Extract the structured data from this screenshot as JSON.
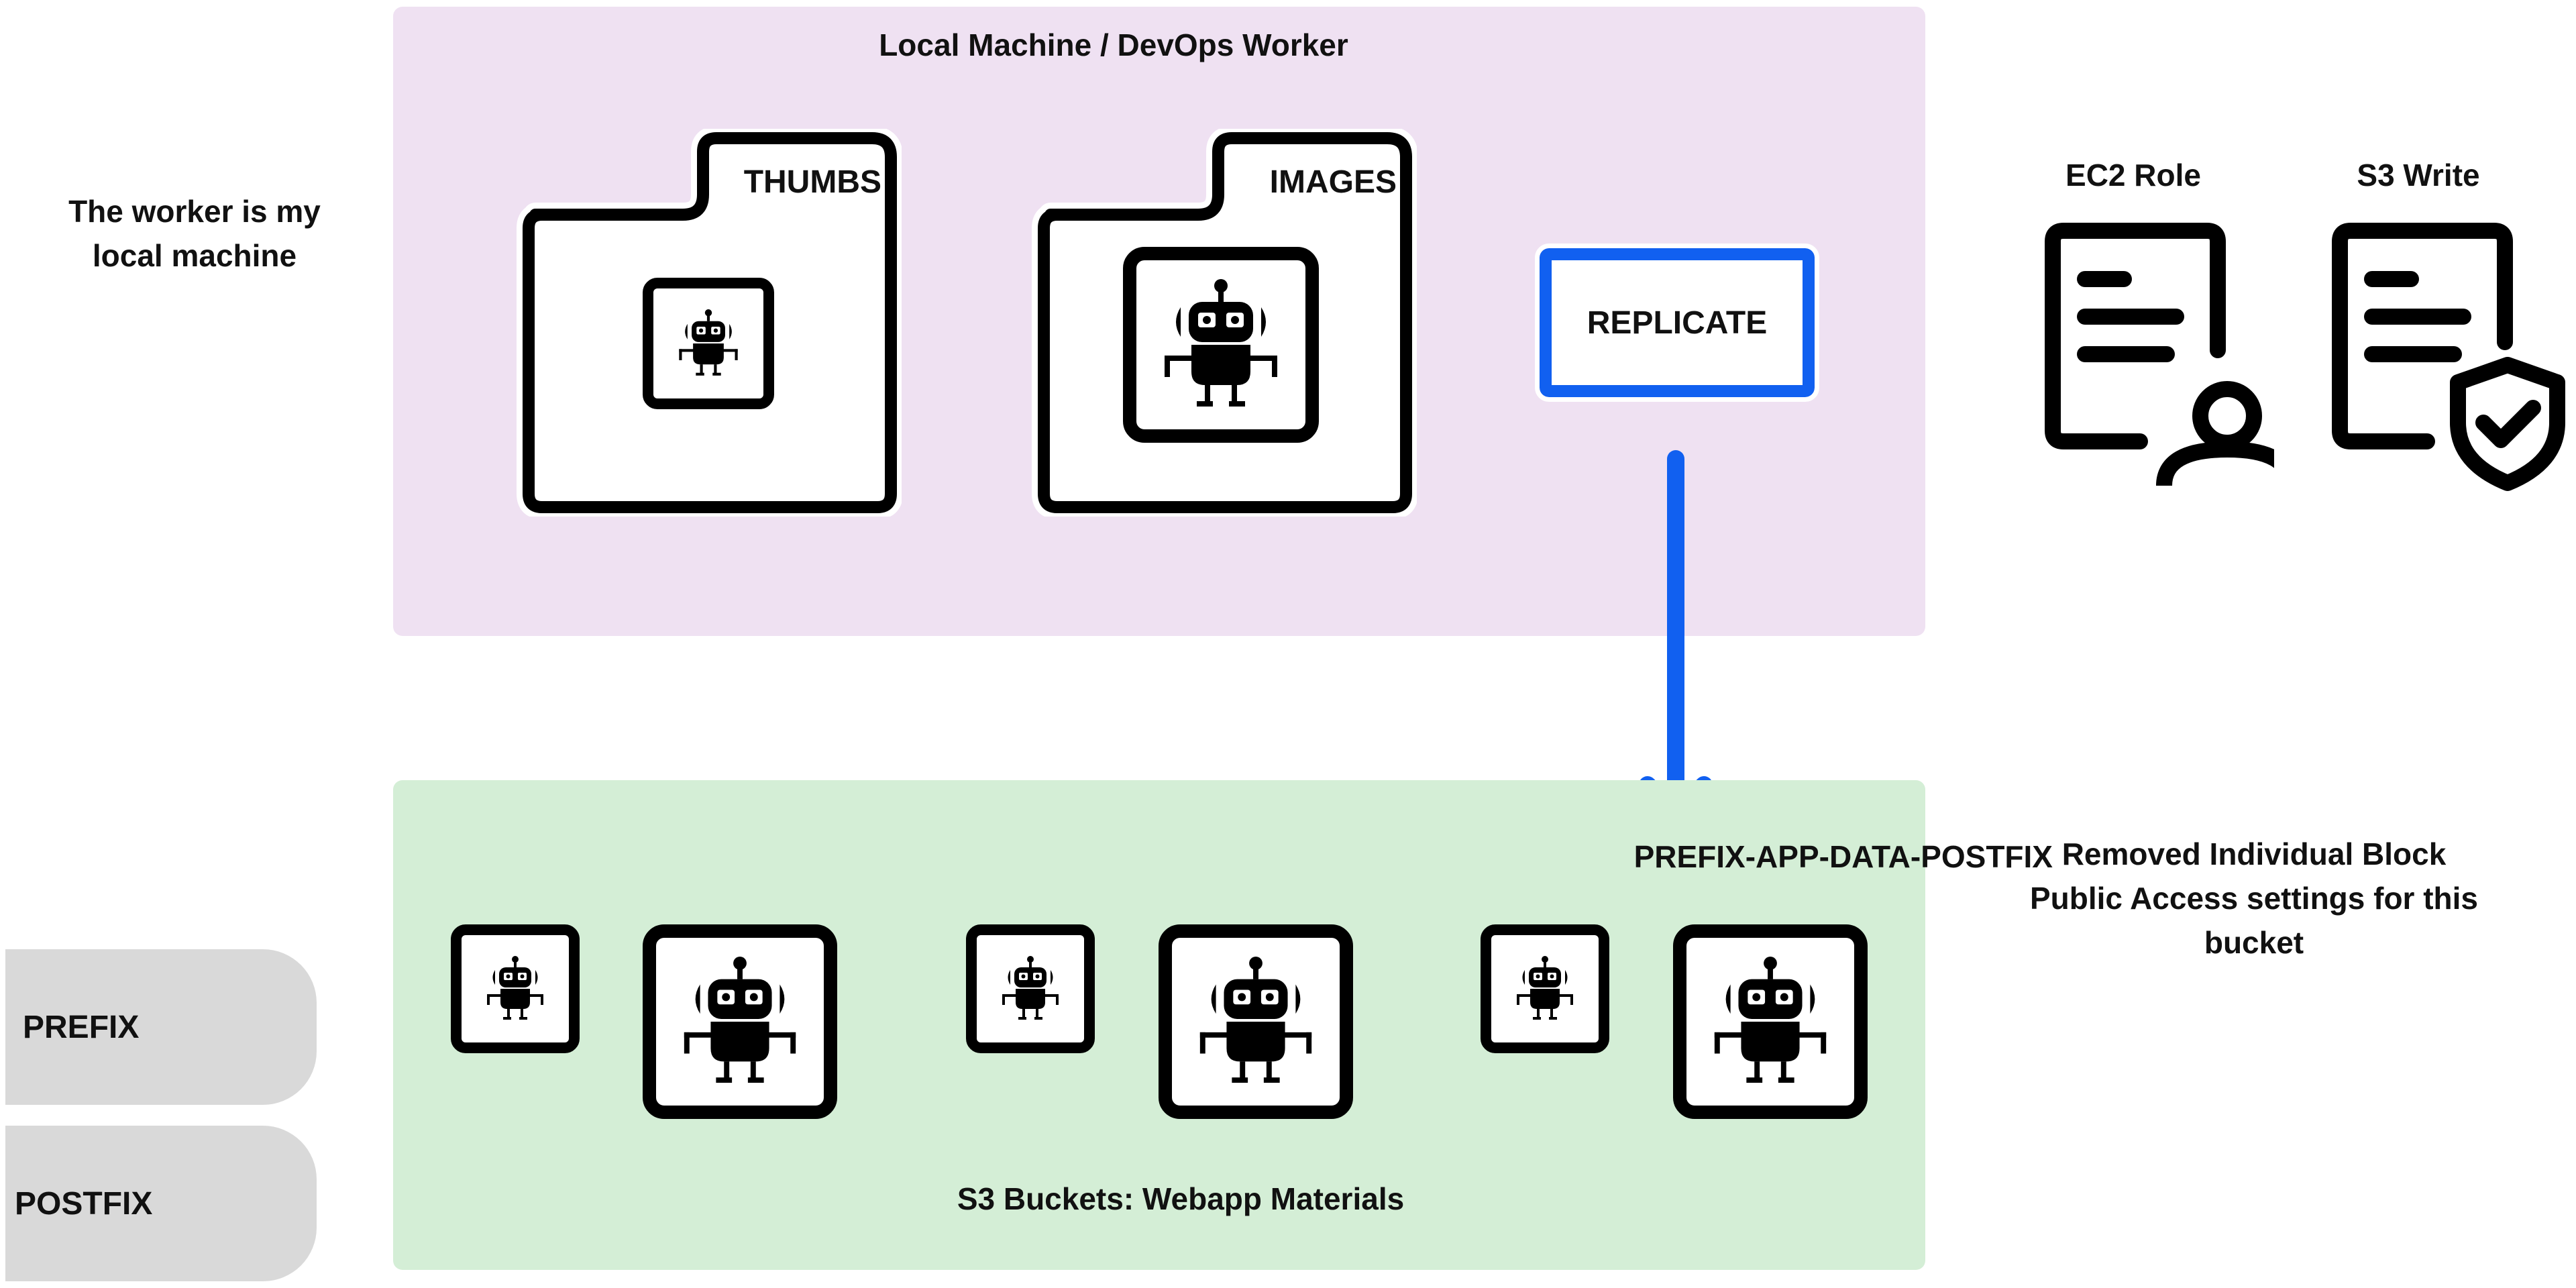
{
  "local_panel": {
    "title": "Local Machine / DevOps Worker"
  },
  "folders": [
    {
      "label": "THUMBS",
      "icon": "robot-icon"
    },
    {
      "label": "IMAGES",
      "icon": "robot-icon"
    }
  ],
  "replicate": {
    "label": "REPLICATE",
    "accent": "#1160f0"
  },
  "notes": {
    "worker": "The worker is my local machine",
    "bucket_access": "Removed Individual Block Public Access settings for this bucket"
  },
  "roles": [
    {
      "label": "EC2 Role",
      "icon": "document-user-icon"
    },
    {
      "label": "S3 Write",
      "icon": "document-shield-icon"
    }
  ],
  "s3_panel": {
    "bucket_name": "PREFIX-APP-DATA-POSTFIX",
    "title": "S3 Buckets: Webapp Materials"
  },
  "tags": {
    "prefix": "PREFIX",
    "postfix": "POSTFIX"
  },
  "colors": {
    "local_panel_bg": "#efe1f2",
    "s3_panel_bg": "#d4eed6",
    "arrow": "#1160f0",
    "tag_bg": "#d9d9d9"
  }
}
